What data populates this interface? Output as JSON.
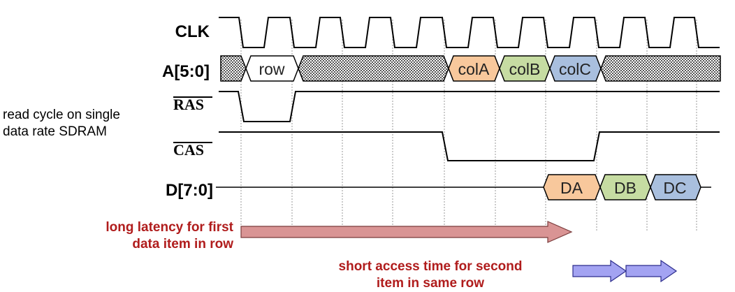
{
  "signals": {
    "clk": "CLK",
    "addr": "A[5:0]",
    "ras": "RAS",
    "cas": "CAS",
    "data": "D[7:0]"
  },
  "address_bus": {
    "row": "row",
    "col_a": "colA",
    "col_b": "colB",
    "col_c": "colC"
  },
  "data_bus": {
    "da": "DA",
    "db": "DB",
    "dc": "DC"
  },
  "annotations": {
    "caption_line1": "read cycle on single",
    "caption_line2": "data rate SDRAM",
    "latency_line1": "long latency for first",
    "latency_line2": "data item in row",
    "access_line1": "short access time for second",
    "access_line2": "item in same row"
  },
  "colors": {
    "row_fill": "#ffffff",
    "col_a_fill": "#f8c89c",
    "col_b_fill": "#c6dca2",
    "col_c_fill": "#a9bfde",
    "latency_arrow_fill": "#d99494",
    "access_arrow_fill": "#a3a3f2",
    "annotation_red": "#b01c1c"
  }
}
